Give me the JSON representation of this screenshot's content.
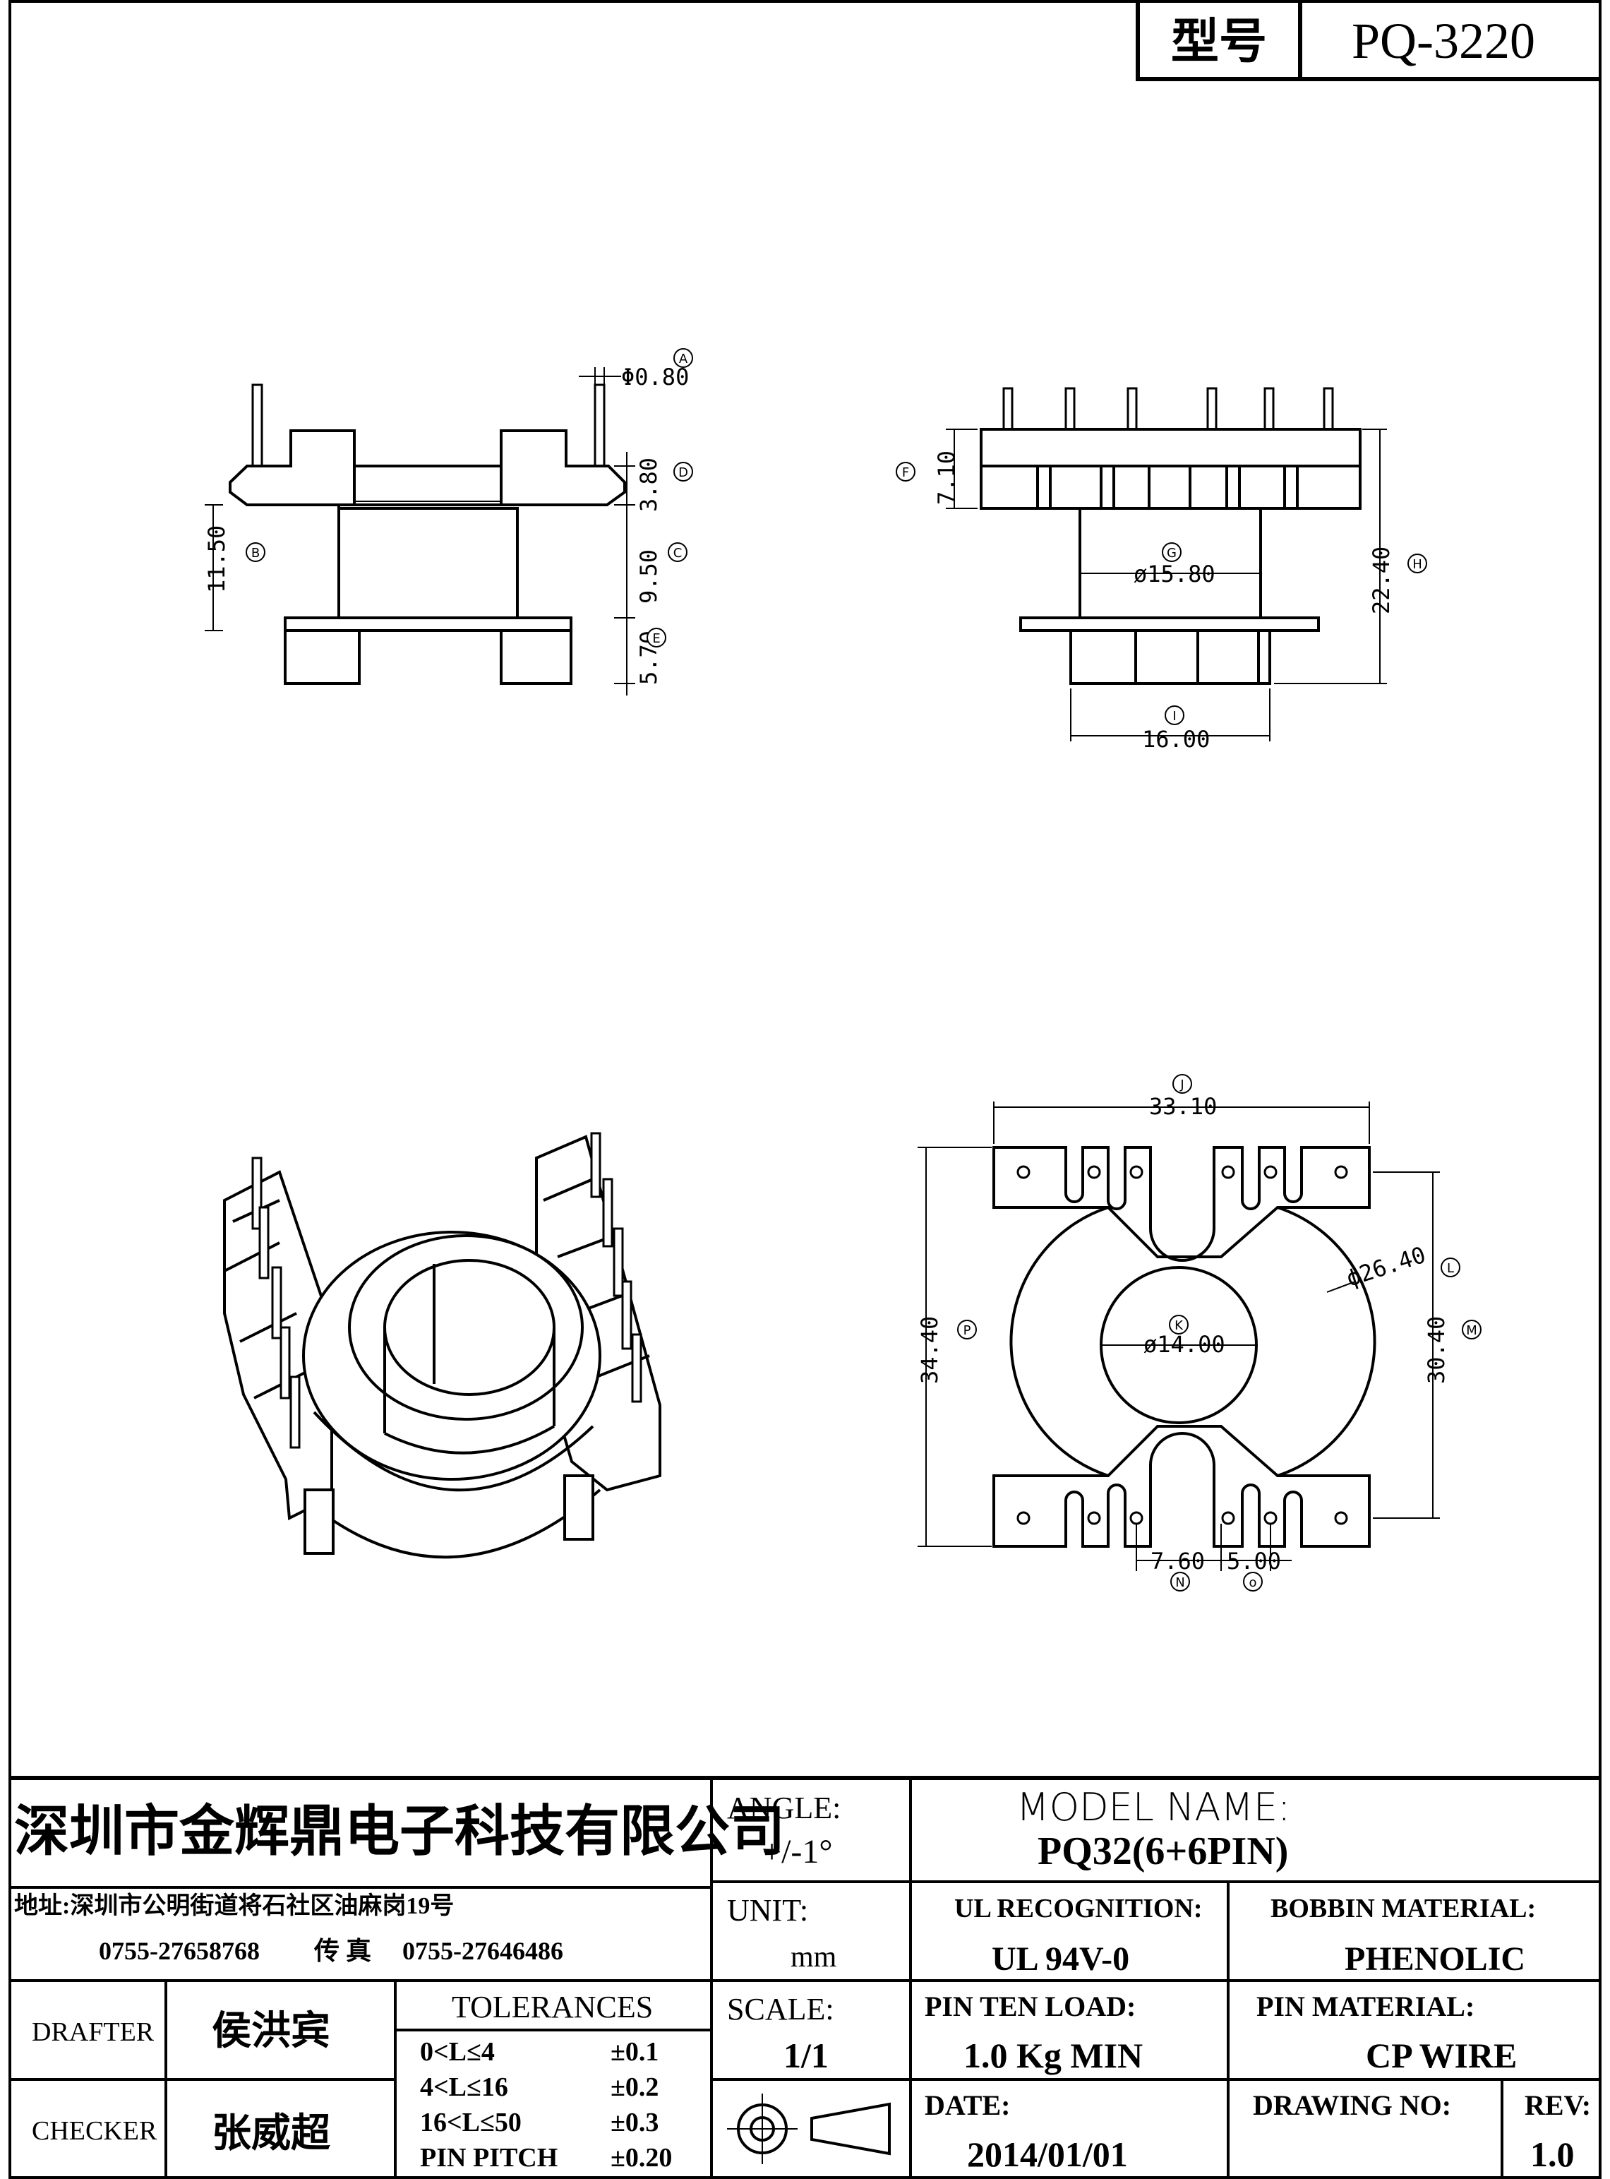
{
  "header": {
    "model_label": "型号",
    "model_value": "PQ-3220"
  },
  "dimensions": {
    "pin_dia": "Φ0.80",
    "d_3_80": "3.80",
    "d_11_50": "11.50",
    "d_9_50": "9.50",
    "d_5_70": "5.70",
    "d_7_10": "7.10",
    "d_15_80": "ø15.80",
    "d_22_40": "22.40",
    "d_16_00": "16.00",
    "d_33_10": "33.10",
    "d_26_40": "ϕ26.40",
    "d_14_00": "ø14.00",
    "d_34_40": "34.40",
    "d_30_40": "30.40",
    "d_7_60": "7.60",
    "d_5_00": "5.00"
  },
  "markers": {
    "A": "A",
    "B": "B",
    "C": "C",
    "D": "D",
    "E": "E",
    "F": "F",
    "G": "G",
    "H": "H",
    "I": "I",
    "J": "J",
    "K": "K",
    "L": "L",
    "M": "M",
    "N": "N",
    "O": "o",
    "P": "P"
  },
  "title_block": {
    "company": "深圳市金辉鼎电子科技有限公司",
    "address": "地址:深圳市公明街道将石社区油麻岗19号",
    "phone": "0755-27658768",
    "fax_label": "传 真",
    "fax": "0755-27646486",
    "angle_label": "ANGLE:",
    "angle_value": "+/-1°",
    "model_name_label": "MODEL NAME:",
    "model_name_value": "PQ32(6+6PIN)",
    "unit_label": "UNIT:",
    "unit_value": "mm",
    "ul_label": "UL RECOGNITION:",
    "ul_value": "UL 94V-0",
    "bobbin_label": "BOBBIN MATERIAL:",
    "bobbin_value": "PHENOLIC",
    "drafter_label": "DRAFTER",
    "drafter_value": "侯洪宾",
    "tolerances_label": "TOLERANCES",
    "tol_rows": [
      {
        "range": "0<L≤4",
        "value": "±0.1"
      },
      {
        "range": "4<L≤16",
        "value": "±0.2"
      },
      {
        "range": "16<L≤50",
        "value": "±0.3"
      },
      {
        "range": "PIN PITCH",
        "value": "±0.20"
      }
    ],
    "scale_label": "SCALE:",
    "scale_value": "1/1",
    "pin_load_label": "PIN TEN LOAD:",
    "pin_load_value": "1.0 Kg MIN",
    "pin_material_label": "PIN MATERIAL:",
    "pin_material_value": "CP WIRE",
    "checker_label": "CHECKER",
    "checker_value": "张威超",
    "date_label": "DATE:",
    "date_value": "2014/01/01",
    "drawing_no_label": "DRAWING NO:",
    "rev_label": "REV:",
    "rev_value": "1.0"
  }
}
